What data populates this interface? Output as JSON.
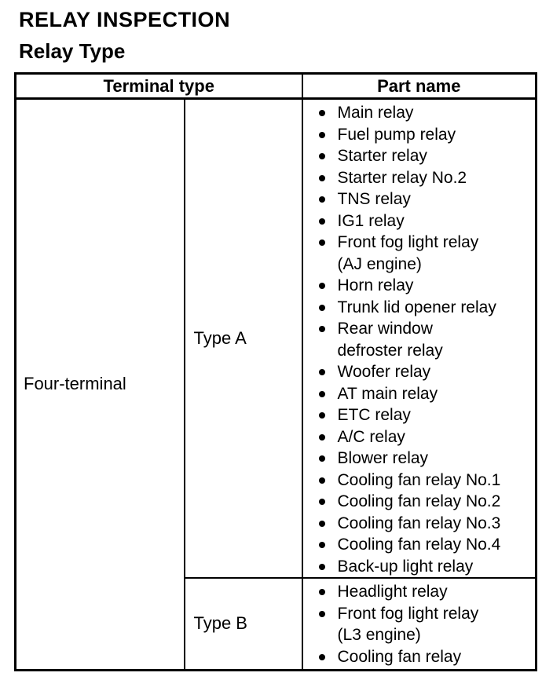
{
  "page": {
    "title": "RELAY INSPECTION",
    "subtitle": "Relay Type"
  },
  "table": {
    "headers": {
      "terminal_type": "Terminal type",
      "part_name": "Part name"
    },
    "terminal_group": "Four-terminal",
    "rows": [
      {
        "type_label": "Type A",
        "parts": [
          "Main relay",
          "Fuel pump relay",
          "Starter relay",
          "Starter relay No.2",
          "TNS relay",
          "IG1 relay",
          "Front fog light relay\n(AJ engine)",
          "Horn relay",
          "Trunk lid opener relay",
          "Rear window\ndefroster relay",
          "Woofer relay",
          "AT main relay",
          "ETC relay",
          "A/C relay",
          "Blower relay",
          "Cooling fan relay No.1",
          "Cooling fan relay No.2",
          "Cooling fan relay No.3",
          "Cooling fan relay No.4",
          "Back-up light relay"
        ]
      },
      {
        "type_label": "Type B",
        "parts": [
          "Headlight relay",
          "Front fog light relay\n(L3 engine)",
          "Cooling fan relay"
        ]
      }
    ]
  },
  "colors": {
    "text": "#000000",
    "border": "#000000",
    "background": "#ffffff"
  }
}
